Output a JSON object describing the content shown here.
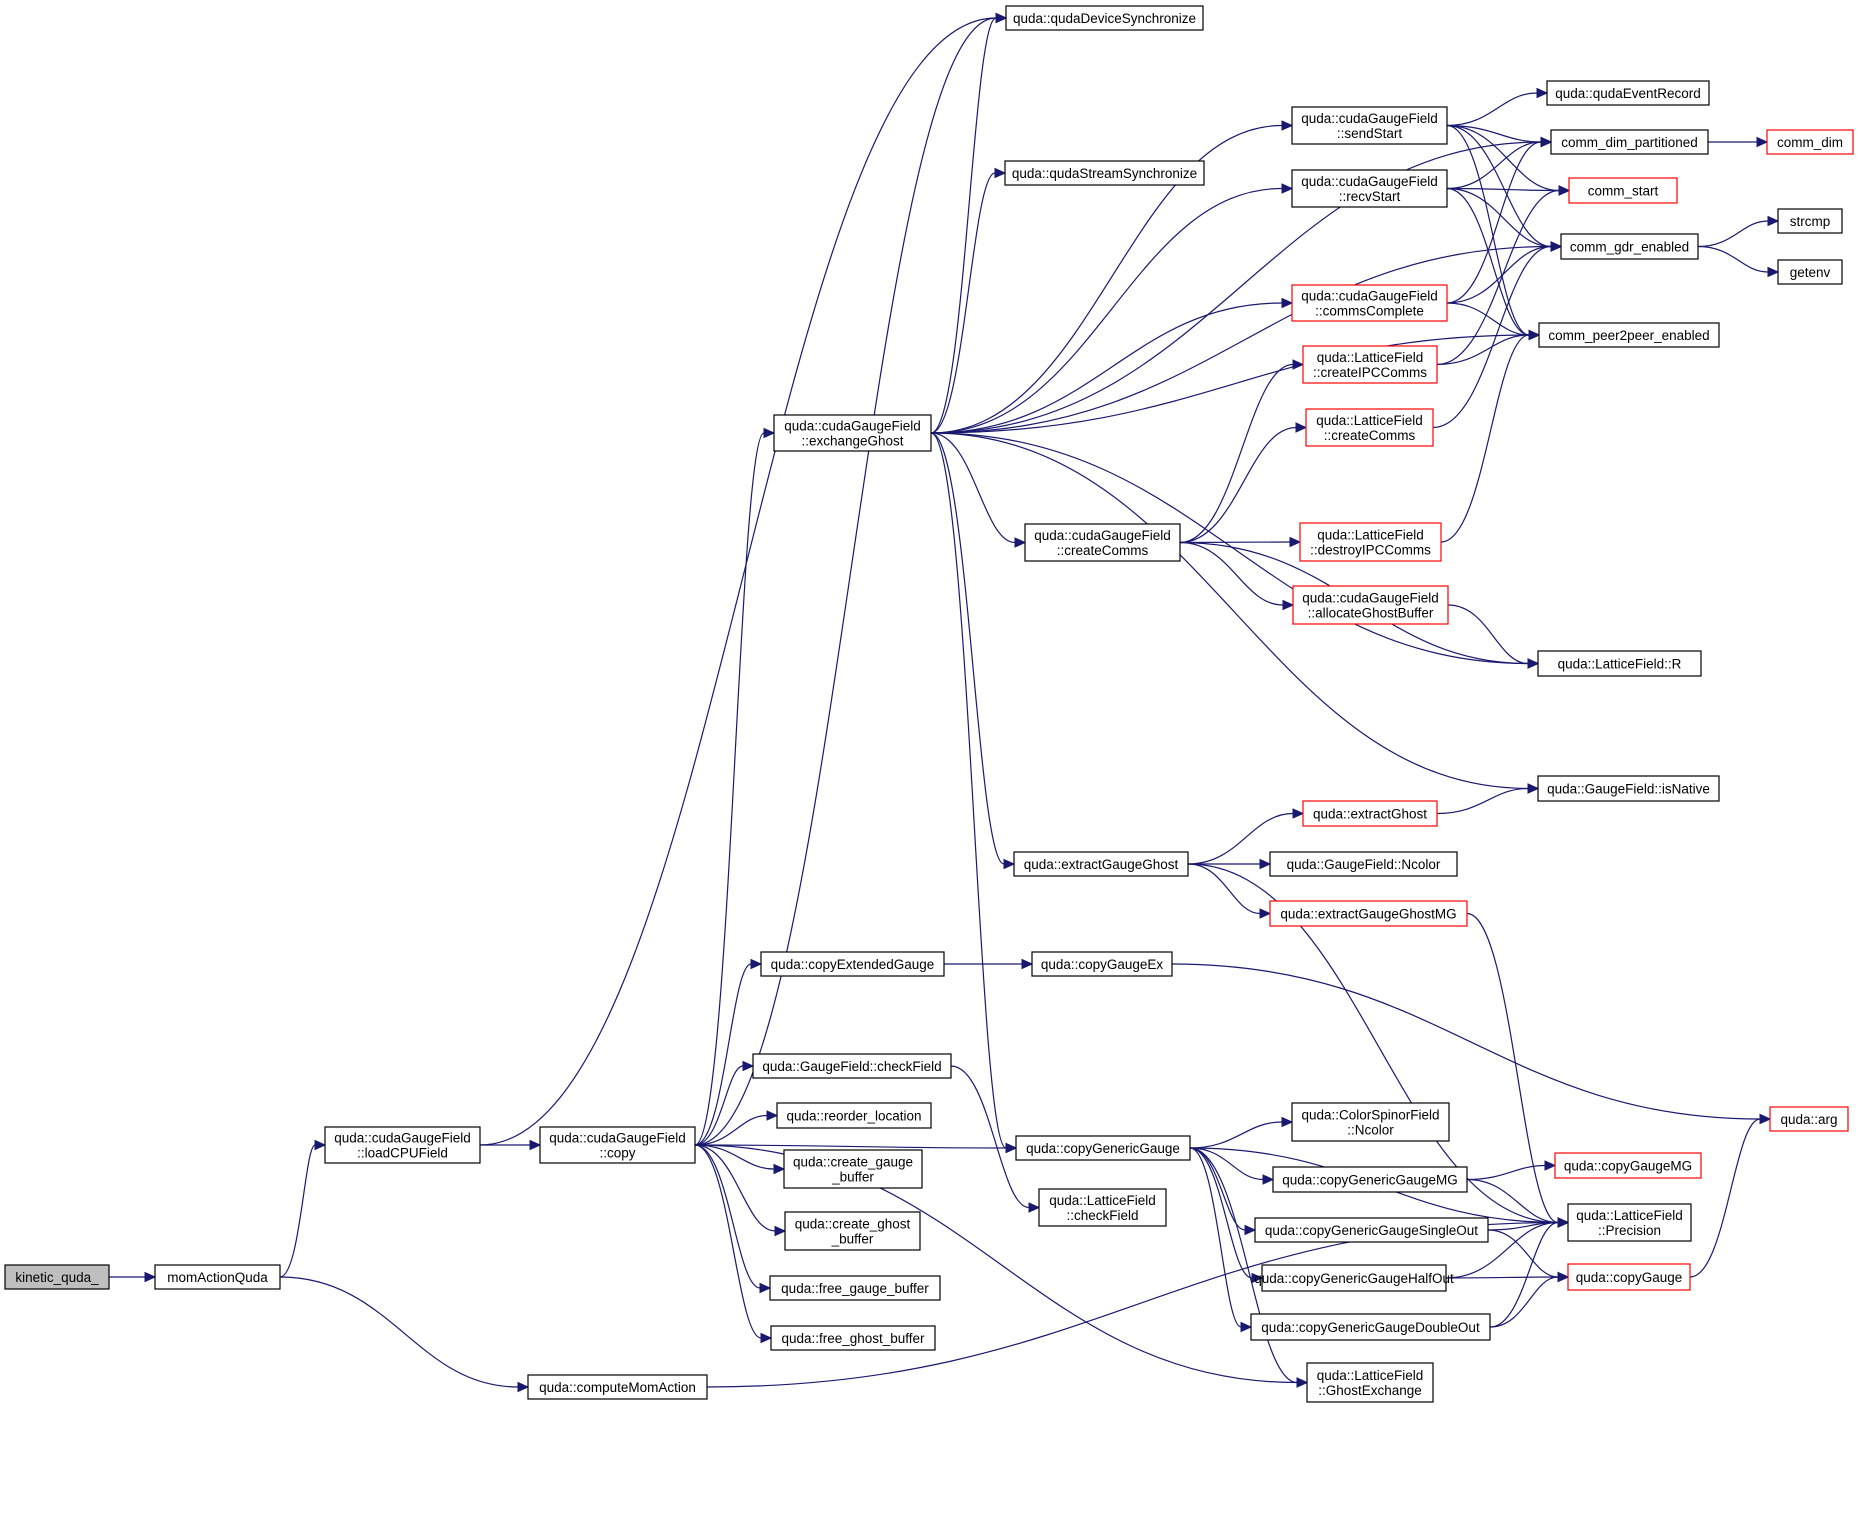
{
  "diagram": {
    "type": "call-graph",
    "colors": {
      "edge": "#191970",
      "root_fill": "#bfbfbf",
      "node_fill": "#ffffff",
      "node_border": "#000000",
      "truncated_border": "#ff0000"
    },
    "nodes": [
      {
        "id": "kinetic",
        "lines": [
          "kinetic_quda_"
        ],
        "root": true
      },
      {
        "id": "momAction",
        "lines": [
          "momActionQuda"
        ]
      },
      {
        "id": "loadCPU",
        "lines": [
          "quda::cudaGaugeField",
          "::loadCPUField"
        ]
      },
      {
        "id": "copy",
        "lines": [
          "quda::cudaGaugeField",
          "::copy"
        ]
      },
      {
        "id": "computeMom",
        "lines": [
          "quda::computeMomAction"
        ]
      },
      {
        "id": "exchangeGhost",
        "lines": [
          "quda::cudaGaugeField",
          "::exchangeGhost"
        ]
      },
      {
        "id": "devSync",
        "lines": [
          "quda::qudaDeviceSynchronize"
        ]
      },
      {
        "id": "streamSync",
        "lines": [
          "quda::qudaStreamSynchronize"
        ]
      },
      {
        "id": "sendStart",
        "lines": [
          "quda::cudaGaugeField",
          "::sendStart"
        ]
      },
      {
        "id": "recvStart",
        "lines": [
          "quda::cudaGaugeField",
          "::recvStart"
        ]
      },
      {
        "id": "commsComplete",
        "lines": [
          "quda::cudaGaugeField",
          "::commsComplete"
        ],
        "truncated": true
      },
      {
        "id": "lfCreateIPC",
        "lines": [
          "quda::LatticeField",
          "::createIPCComms"
        ],
        "truncated": true
      },
      {
        "id": "lfCreateComms",
        "lines": [
          "quda::LatticeField",
          "::createComms"
        ],
        "truncated": true
      },
      {
        "id": "cgfCreateComms",
        "lines": [
          "quda::cudaGaugeField",
          "::createComms"
        ]
      },
      {
        "id": "destroyIPC",
        "lines": [
          "quda::LatticeField",
          "::destroyIPCComms"
        ],
        "truncated": true
      },
      {
        "id": "allocGhost",
        "lines": [
          "quda::cudaGaugeField",
          "::allocateGhostBuffer"
        ],
        "truncated": true
      },
      {
        "id": "eventRecord",
        "lines": [
          "quda::qudaEventRecord"
        ]
      },
      {
        "id": "dimPart",
        "lines": [
          "comm_dim_partitioned"
        ]
      },
      {
        "id": "commDim",
        "lines": [
          "comm_dim"
        ],
        "truncated": true
      },
      {
        "id": "commStart",
        "lines": [
          "comm_start"
        ],
        "truncated": true
      },
      {
        "id": "gdr",
        "lines": [
          "comm_gdr_enabled"
        ]
      },
      {
        "id": "strcmp",
        "lines": [
          "strcmp"
        ]
      },
      {
        "id": "getenv",
        "lines": [
          "getenv"
        ]
      },
      {
        "id": "p2p",
        "lines": [
          "comm_peer2peer_enabled"
        ]
      },
      {
        "id": "lfR",
        "lines": [
          "quda::LatticeField::R"
        ]
      },
      {
        "id": "isNative",
        "lines": [
          "quda::GaugeField::isNative"
        ]
      },
      {
        "id": "extractGhost",
        "lines": [
          "quda::extractGhost"
        ],
        "truncated": true
      },
      {
        "id": "extractGaugeGhost",
        "lines": [
          "quda::extractGaugeGhost"
        ]
      },
      {
        "id": "gfNcolor",
        "lines": [
          "quda::GaugeField::Ncolor"
        ]
      },
      {
        "id": "extractGGMG",
        "lines": [
          "quda::extractGaugeGhostMG"
        ],
        "truncated": true
      },
      {
        "id": "copyExt",
        "lines": [
          "quda::copyExtendedGauge"
        ]
      },
      {
        "id": "copyGaugeEx",
        "lines": [
          "quda::copyGaugeEx"
        ]
      },
      {
        "id": "gfCheckField",
        "lines": [
          "quda::GaugeField::checkField"
        ]
      },
      {
        "id": "reorder",
        "lines": [
          "quda::reorder_location"
        ]
      },
      {
        "id": "createGaugeBuf",
        "lines": [
          "quda::create_gauge",
          "_buffer"
        ]
      },
      {
        "id": "createGhostBuf",
        "lines": [
          "quda::create_ghost",
          "_buffer"
        ]
      },
      {
        "id": "freeGaugeBuf",
        "lines": [
          "quda::free_gauge_buffer"
        ]
      },
      {
        "id": "freeGhostBuf",
        "lines": [
          "quda::free_ghost_buffer"
        ]
      },
      {
        "id": "copyGeneric",
        "lines": [
          "quda::copyGenericGauge"
        ]
      },
      {
        "id": "lfCheckField",
        "lines": [
          "quda::LatticeField",
          "::checkField"
        ]
      },
      {
        "id": "csfNcolor",
        "lines": [
          "quda::ColorSpinorField",
          "::Ncolor"
        ]
      },
      {
        "id": "cggMG",
        "lines": [
          "quda::copyGenericGaugeMG"
        ]
      },
      {
        "id": "cggSingle",
        "lines": [
          "quda::copyGenericGaugeSingleOut"
        ]
      },
      {
        "id": "cggHalf",
        "lines": [
          "quda::copyGenericGaugeHalfOut"
        ]
      },
      {
        "id": "cggDouble",
        "lines": [
          "quda::copyGenericGaugeDoubleOut"
        ]
      },
      {
        "id": "ghostExchange",
        "lines": [
          "quda::LatticeField",
          "::GhostExchange"
        ]
      },
      {
        "id": "precision",
        "lines": [
          "quda::LatticeField",
          "::Precision"
        ]
      },
      {
        "id": "copyGaugeMG",
        "lines": [
          "quda::copyGaugeMG"
        ],
        "truncated": true
      },
      {
        "id": "copyGauge",
        "lines": [
          "quda::copyGauge"
        ],
        "truncated": true
      },
      {
        "id": "arg",
        "lines": [
          "quda::arg"
        ],
        "truncated": true
      }
    ],
    "edges": [
      [
        "kinetic",
        "momAction"
      ],
      [
        "momAction",
        "loadCPU"
      ],
      [
        "momAction",
        "computeMom"
      ],
      [
        "loadCPU",
        "copy"
      ],
      [
        "loadCPU",
        "devSync"
      ],
      [
        "computeMom",
        "precision"
      ],
      [
        "copy",
        "exchangeGhost"
      ],
      [
        "copy",
        "copyExt"
      ],
      [
        "copy",
        "copyGeneric"
      ],
      [
        "copy",
        "gfCheckField"
      ],
      [
        "copy",
        "reorder"
      ],
      [
        "copy",
        "createGaugeBuf"
      ],
      [
        "copy",
        "createGhostBuf"
      ],
      [
        "copy",
        "freeGaugeBuf"
      ],
      [
        "copy",
        "freeGhostBuf"
      ],
      [
        "copy",
        "ghostExchange"
      ],
      [
        "copy",
        "devSync"
      ],
      [
        "exchangeGhost",
        "devSync"
      ],
      [
        "exchangeGhost",
        "dimPart"
      ],
      [
        "exchangeGhost",
        "sendStart"
      ],
      [
        "exchangeGhost",
        "streamSync"
      ],
      [
        "exchangeGhost",
        "recvStart"
      ],
      [
        "exchangeGhost",
        "gdr"
      ],
      [
        "exchangeGhost",
        "commsComplete"
      ],
      [
        "exchangeGhost",
        "p2p"
      ],
      [
        "exchangeGhost",
        "cgfCreateComms"
      ],
      [
        "exchangeGhost",
        "lfR"
      ],
      [
        "exchangeGhost",
        "isNative"
      ],
      [
        "exchangeGhost",
        "extractGaugeGhost"
      ],
      [
        "exchangeGhost",
        "copyGeneric"
      ],
      [
        "sendStart",
        "eventRecord"
      ],
      [
        "sendStart",
        "dimPart"
      ],
      [
        "sendStart",
        "commStart"
      ],
      [
        "sendStart",
        "gdr"
      ],
      [
        "sendStart",
        "p2p"
      ],
      [
        "recvStart",
        "dimPart"
      ],
      [
        "recvStart",
        "commStart"
      ],
      [
        "recvStart",
        "gdr"
      ],
      [
        "recvStart",
        "p2p"
      ],
      [
        "commsComplete",
        "dimPart"
      ],
      [
        "commsComplete",
        "gdr"
      ],
      [
        "commsComplete",
        "p2p"
      ],
      [
        "lfCreateIPC",
        "commStart"
      ],
      [
        "lfCreateIPC",
        "p2p"
      ],
      [
        "lfCreateComms",
        "gdr"
      ],
      [
        "cgfCreateComms",
        "lfCreateIPC"
      ],
      [
        "cgfCreateComms",
        "lfCreateComms"
      ],
      [
        "cgfCreateComms",
        "destroyIPC"
      ],
      [
        "cgfCreateComms",
        "allocGhost"
      ],
      [
        "cgfCreateComms",
        "lfR"
      ],
      [
        "destroyIPC",
        "p2p"
      ],
      [
        "allocGhost",
        "lfR"
      ],
      [
        "dimPart",
        "commDim"
      ],
      [
        "gdr",
        "strcmp"
      ],
      [
        "gdr",
        "getenv"
      ],
      [
        "extractGhost",
        "isNative"
      ],
      [
        "extractGaugeGhost",
        "extractGhost"
      ],
      [
        "extractGaugeGhost",
        "gfNcolor"
      ],
      [
        "extractGaugeGhost",
        "extractGGMG"
      ],
      [
        "extractGaugeGhost",
        "precision"
      ],
      [
        "extractGGMG",
        "precision"
      ],
      [
        "copyExt",
        "copyGaugeEx"
      ],
      [
        "copyGaugeEx",
        "arg"
      ],
      [
        "gfCheckField",
        "lfCheckField"
      ],
      [
        "copyGeneric",
        "precision"
      ],
      [
        "copyGeneric",
        "csfNcolor"
      ],
      [
        "copyGeneric",
        "cggMG"
      ],
      [
        "copyGeneric",
        "cggSingle"
      ],
      [
        "copyGeneric",
        "cggHalf"
      ],
      [
        "copyGeneric",
        "cggDouble"
      ],
      [
        "copyGeneric",
        "ghostExchange"
      ],
      [
        "cggMG",
        "copyGaugeMG"
      ],
      [
        "cggMG",
        "precision"
      ],
      [
        "cggSingle",
        "precision"
      ],
      [
        "cggSingle",
        "copyGauge"
      ],
      [
        "cggHalf",
        "precision"
      ],
      [
        "cggHalf",
        "copyGauge"
      ],
      [
        "cggDouble",
        "precision"
      ],
      [
        "cggDouble",
        "copyGauge"
      ],
      [
        "copyGauge",
        "arg"
      ]
    ]
  }
}
